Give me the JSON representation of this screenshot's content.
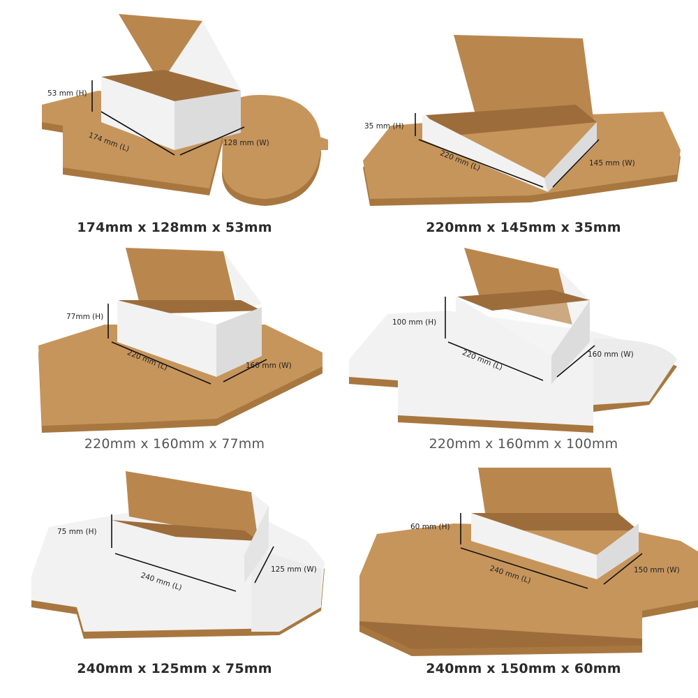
{
  "colors": {
    "kraft": "#c6955c",
    "kraft_dark": "#a8773f",
    "kraft_edge": "#8c6132",
    "kraft_inner": "#b9874d",
    "white_box": "#f2f2f2",
    "white_shade": "#dcdcdc",
    "dim_line": "#111111",
    "caption": "#2b2b2b"
  },
  "products": [
    {
      "caption": "174mm x 128mm x 53mm",
      "stack": "kraft",
      "labels": {
        "h": "53 mm (H)",
        "l": "174 mm (L)",
        "w": "128 mm (W)"
      }
    },
    {
      "caption": "220mm x 145mm x 35mm",
      "stack": "kraft",
      "labels": {
        "h": "35 mm (H)",
        "l": "220 mm (L)",
        "w": "145 mm (W)"
      }
    },
    {
      "caption": "220mm x 160mm x 77mm",
      "stack": "kraft",
      "labels": {
        "h": "77mm (H)",
        "l": "220 mm (L)",
        "w": "160 mm (W)"
      }
    },
    {
      "caption": "220mm x 160mm x 100mm",
      "stack": "white",
      "labels": {
        "h": "100 mm (H)",
        "l": "220 mm (L)",
        "w": "160 mm (W)"
      }
    },
    {
      "caption": "240mm x 125mm x 75mm",
      "stack": "white",
      "labels": {
        "h": "75 mm (H)",
        "l": "240 mm (L)",
        "w": "125 mm (W)"
      }
    },
    {
      "caption": "240mm x 150mm x 60mm",
      "stack": "kraft",
      "labels": {
        "h": "60 mm (H)",
        "l": "240 mm (L)",
        "w": "150 mm (W)"
      }
    }
  ]
}
